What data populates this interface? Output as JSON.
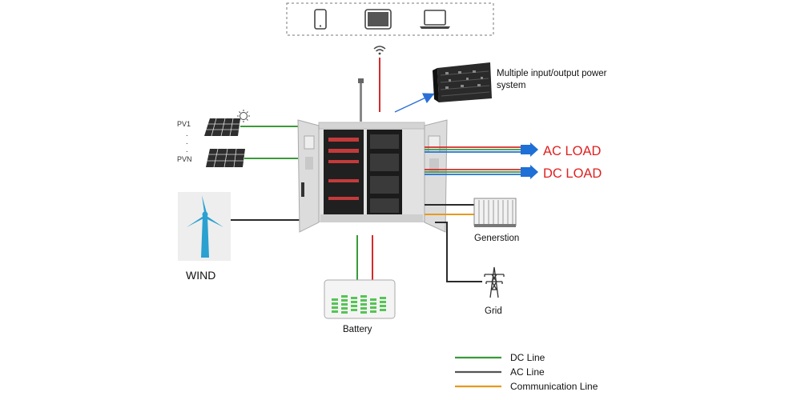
{
  "devices": {
    "icons": [
      "smartphone-icon",
      "tablet-icon",
      "laptop-icon"
    ]
  },
  "labels": {
    "pv1": "PV1",
    "dots": ".",
    "pvn": "PVN",
    "wind": "WIND",
    "multi_io": [
      "Multiple input/output power",
      "system"
    ],
    "ac_load": "AC LOAD",
    "dc_load": "DC LOAD",
    "generation": "Generstion",
    "grid": "Grid",
    "battery": "Battery"
  },
  "legend": [
    {
      "label": "DC Line",
      "color": "#3a9a3a"
    },
    {
      "label": "AC Line",
      "color": "#555555"
    },
    {
      "label": "Communication Line",
      "color": "#e79a1e"
    }
  ],
  "colors": {
    "dc": "#3a9a3a",
    "ac": "#2b2b2b",
    "comm": "#e79a1e",
    "signal": "#d42a2a",
    "load_text": "#e01f1f",
    "arrow": "#2a6fd6"
  }
}
